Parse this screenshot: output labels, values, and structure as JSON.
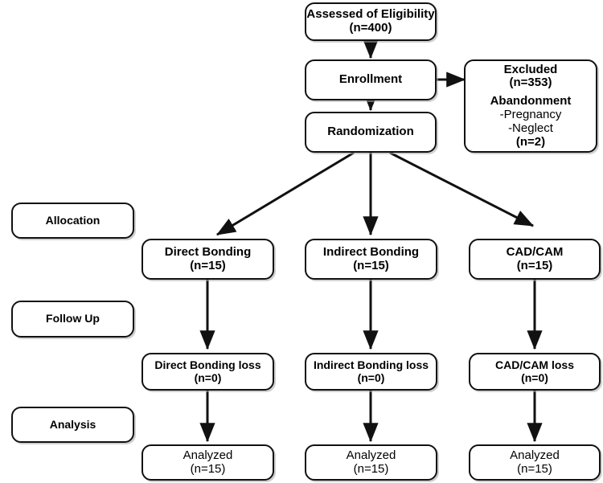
{
  "diagram": {
    "title": "CONSORT participant flow diagram",
    "stroke_color": "#111111",
    "background_color": "#ffffff"
  },
  "nodes": {
    "assessed": {
      "line1": "Assessed of Eligibility",
      "line2": "(n=400)"
    },
    "enrollment": {
      "line1": "Enrollment"
    },
    "randomization": {
      "line1": "Randomization"
    },
    "excluded": {
      "line1": "Excluded",
      "line2": "(n=353)",
      "line3": "Abandonment",
      "line4": "-Pregnancy",
      "line5": "-Neglect",
      "line6": "(n=2)"
    },
    "stage_allocation": {
      "label": "Allocation"
    },
    "stage_follow_up": {
      "label": "Follow Up"
    },
    "stage_analysis": {
      "label": "Analysis"
    },
    "alloc_direct": {
      "line1": "Direct Bonding",
      "line2": "(n=15)"
    },
    "alloc_indirect": {
      "line1": "Indirect Bonding",
      "line2": "(n=15)"
    },
    "alloc_cadcam": {
      "line1": "CAD/CAM",
      "line2": "(n=15)"
    },
    "loss_direct": {
      "line1": "Direct Bonding loss",
      "line2": "(n=0)"
    },
    "loss_indirect": {
      "line1": "Indirect Bonding loss",
      "line2": "(n=0)"
    },
    "loss_cadcam": {
      "line1": "CAD/CAM loss",
      "line2": "(n=0)"
    },
    "analyzed_direct": {
      "line1": "Analyzed",
      "line2": "(n=15)"
    },
    "analyzed_indirect": {
      "line1": "Analyzed",
      "line2": "(n=15)"
    },
    "analyzed_cadcam": {
      "line1": "Analyzed",
      "line2": "(n=15)"
    }
  }
}
